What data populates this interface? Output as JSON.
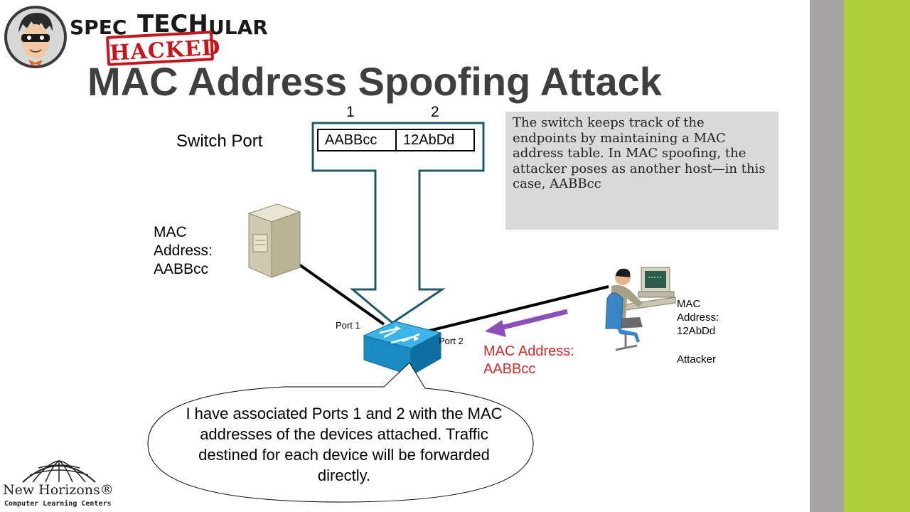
{
  "branding": {
    "spec": "SPEC",
    "tech": "TECH",
    "ular": "ULAR",
    "hacked": "HACKED",
    "logo_icon": "masked-hacker-avatar-icon",
    "footer_name": "New Horizons®",
    "footer_sub": "Computer Learning Centers",
    "footer_icon": "globe-arc-icon"
  },
  "title": "MAC Address Spoofing Attack",
  "mac_table": {
    "port_numbers": [
      "1",
      "2"
    ],
    "cells": [
      "AABBcc",
      "12AbDd"
    ],
    "label": "Switch Port"
  },
  "info_box": "The switch keeps track of the endpoints by maintaining a MAC address table. In MAC spoofing, the attacker poses as another host—in this case, AABBcc",
  "server": {
    "icon": "server-icon",
    "label": "MAC\nAddress:\nAABBcc"
  },
  "switch": {
    "icon": "switch-icon",
    "port1": "Port 1",
    "port2": "Port 2"
  },
  "attacker": {
    "icon": "attacker-workstation-icon",
    "mac_label": "MAC\nAddress:\n12AbDd",
    "role": "Attacker"
  },
  "spoof": {
    "label": "MAC Address:\nAABBcc",
    "arrow_color": "#8a4fb8"
  },
  "bubble": "I have associated Ports 1 and 2 with the MAC addresses of the devices attached. Traffic destined for each device will be forwarded directly.",
  "colors": {
    "title": "#3f3f3f",
    "stripe_gray": "#a8a4a4",
    "stripe_green": "#aecf3a",
    "outline_arrows": "#1e5a66",
    "switch_blue": "#1a9ad6",
    "spoof_text": "#d42a2a"
  }
}
